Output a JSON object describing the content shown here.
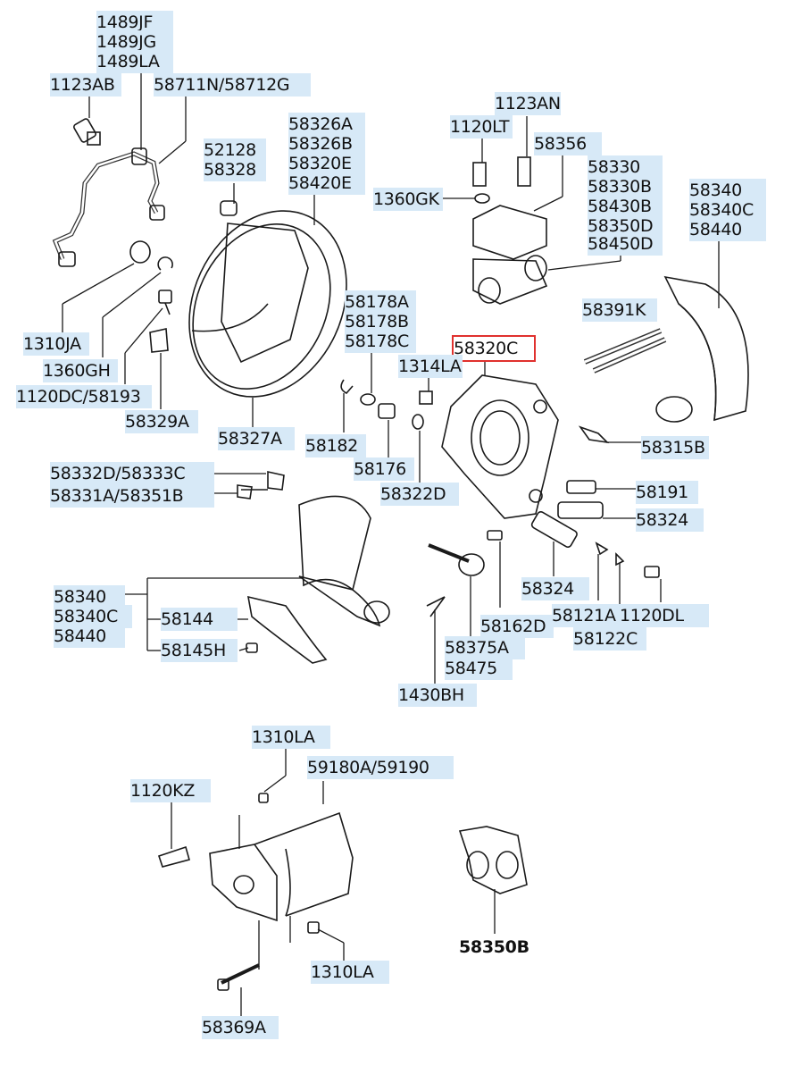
{
  "colors": {
    "label_bg": "#d7e9f7",
    "highlight": "#e0312e",
    "line": "#1a1a1a"
  },
  "labels": {
    "p1489JF": "1489JF",
    "p1489JG": "1489JG",
    "p1489LA": "1489LA",
    "p1123AB": "1123AB",
    "p58711N": "58711N/58712G",
    "p52128": "52128",
    "p58328": "58328",
    "p58326A": "58326A",
    "p58326B": "58326B",
    "p58320E": "58320E",
    "p58420E": "58420E",
    "p1123AN": "1123AN",
    "p1120LT": "1120LT",
    "p58356": "58356",
    "p1360GK": "1360GK",
    "p58330": "58330",
    "p58330B": "58330B",
    "p58430B": "58430B",
    "p58350D": "58350D",
    "p58450D": "58450D",
    "p58340a": "58340",
    "p58340Ca": "58340C",
    "p58440a": "58440",
    "p58391K": "58391K",
    "p1310JA": "1310JA",
    "p1360GH": "1360GH",
    "p1120DC": "1120DC/58193",
    "p58329A": "58329A",
    "p58178A": "58178A",
    "p58178B": "58178B",
    "p58178C": "58178C",
    "p58320C": "58320C",
    "p1314LA": "1314LA",
    "p58327A": "58327A",
    "p58182": "58182",
    "p58176": "58176",
    "p58322D": "58322D",
    "p58315B": "58315B",
    "p58332D": "58332D/58333C",
    "p58331A": "58331A/58351B",
    "p58191": "58191",
    "p58324a": "58324",
    "p58324b": "58324",
    "p58340b": "58340",
    "p58340Cb": "58340C",
    "p58440b": "58440",
    "p58144": "58144",
    "p58145H": "58145H",
    "p58162D": "58162D",
    "p58121A": "58121A",
    "p1120DL": "1120DL",
    "p58122C": "58122C",
    "p58375A": "58375A",
    "p58475": "58475",
    "p1430BH": "1430BH",
    "p1310LAa": "1310LA",
    "p59180A": "59180A/59190",
    "p1120KZ": "1120KZ",
    "p1310LAb": "1310LA",
    "p58350B": "58350B",
    "p58369A": "58369A"
  }
}
